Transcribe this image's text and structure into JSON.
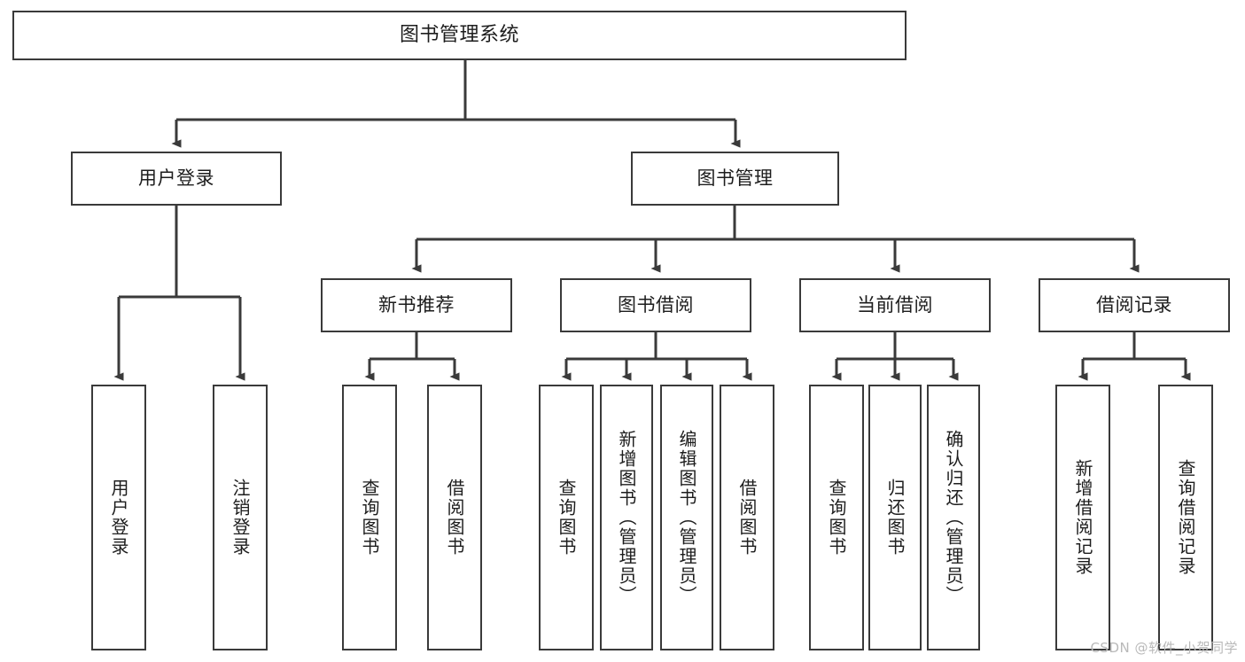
{
  "diagram": {
    "title": "图书管理系统",
    "type": "tree",
    "nodes": {
      "root": {
        "label": "图书管理系统",
        "level": 0
      },
      "user_login": {
        "label": "用户登录",
        "level": 1
      },
      "book_manage": {
        "label": "图书管理",
        "level": 1
      },
      "new_book_rec": {
        "label": "新书推荐",
        "level": 2
      },
      "book_borrow": {
        "label": "图书借阅",
        "level": 2
      },
      "current_borrow": {
        "label": "当前借阅",
        "level": 2
      },
      "borrow_record": {
        "label": "借阅记录",
        "level": 2
      },
      "leaf_user_login": {
        "label": "用户登录",
        "level": 3
      },
      "leaf_logout": {
        "label": "注销登录",
        "level": 3
      },
      "leaf_query_book_1": {
        "label": "查询图书",
        "level": 3
      },
      "leaf_borrow_book_1": {
        "label": "借阅图书",
        "level": 3
      },
      "leaf_query_book_2": {
        "label": "查询图书",
        "level": 3
      },
      "leaf_add_book": {
        "label": "新增图书（管理员）",
        "level": 3
      },
      "leaf_edit_book": {
        "label": "编辑图书（管理员）",
        "level": 3
      },
      "leaf_borrow_book_2": {
        "label": "借阅图书",
        "level": 3
      },
      "leaf_query_book_3": {
        "label": "查询图书",
        "level": 3
      },
      "leaf_return_book": {
        "label": "归还图书",
        "level": 3
      },
      "leaf_confirm_return": {
        "label": "确认归还（管理员）",
        "level": 3
      },
      "leaf_add_record": {
        "label": "新增借阅记录",
        "level": 3
      },
      "leaf_query_record": {
        "label": "查询借阅记录",
        "level": 3
      }
    },
    "edges": [
      {
        "from": "root",
        "to": "user_login"
      },
      {
        "from": "root",
        "to": "book_manage"
      },
      {
        "from": "user_login",
        "to": "leaf_user_login"
      },
      {
        "from": "user_login",
        "to": "leaf_logout"
      },
      {
        "from": "book_manage",
        "to": "new_book_rec"
      },
      {
        "from": "book_manage",
        "to": "book_borrow"
      },
      {
        "from": "book_manage",
        "to": "current_borrow"
      },
      {
        "from": "book_manage",
        "to": "borrow_record"
      },
      {
        "from": "new_book_rec",
        "to": "leaf_query_book_1"
      },
      {
        "from": "new_book_rec",
        "to": "leaf_borrow_book_1"
      },
      {
        "from": "book_borrow",
        "to": "leaf_query_book_2"
      },
      {
        "from": "book_borrow",
        "to": "leaf_add_book"
      },
      {
        "from": "book_borrow",
        "to": "leaf_edit_book"
      },
      {
        "from": "book_borrow",
        "to": "leaf_borrow_book_2"
      },
      {
        "from": "current_borrow",
        "to": "leaf_query_book_3"
      },
      {
        "from": "current_borrow",
        "to": "leaf_return_book"
      },
      {
        "from": "current_borrow",
        "to": "leaf_confirm_return"
      },
      {
        "from": "borrow_record",
        "to": "leaf_add_record"
      },
      {
        "from": "borrow_record",
        "to": "leaf_query_record"
      }
    ],
    "colors": {
      "stroke": "#3a3a3a",
      "fill": "#ffffff",
      "text": "#1d1d1d",
      "watermark": "#b9b9b9"
    }
  },
  "watermark": {
    "text": "CSDN @软件_小贺同学"
  }
}
